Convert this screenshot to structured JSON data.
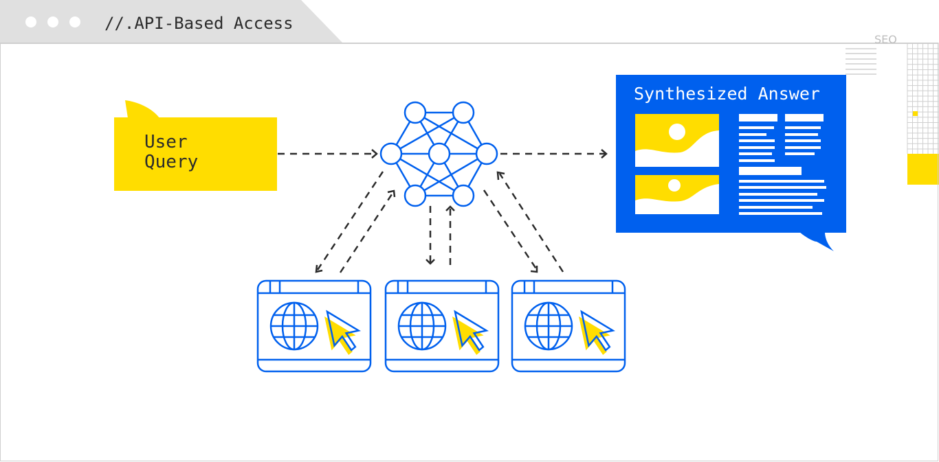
{
  "window": {
    "title": "//.API-Based Access",
    "dots": 3,
    "corner_label": "SEO"
  },
  "colors": {
    "blue": "#0060EE",
    "yellow": "#FFDD00",
    "gray": "#E0E0E0",
    "dark": "#2B2B2B"
  },
  "diagram": {
    "user_query": {
      "label_line1": "User",
      "label_line2": "Query"
    },
    "llm_network": {
      "nodes": 7,
      "label": "neural-network"
    },
    "answer": {
      "title": "Synthesized Answer"
    },
    "browsers": [
      {
        "name": "browser-1"
      },
      {
        "name": "browser-2"
      },
      {
        "name": "browser-3"
      }
    ]
  }
}
